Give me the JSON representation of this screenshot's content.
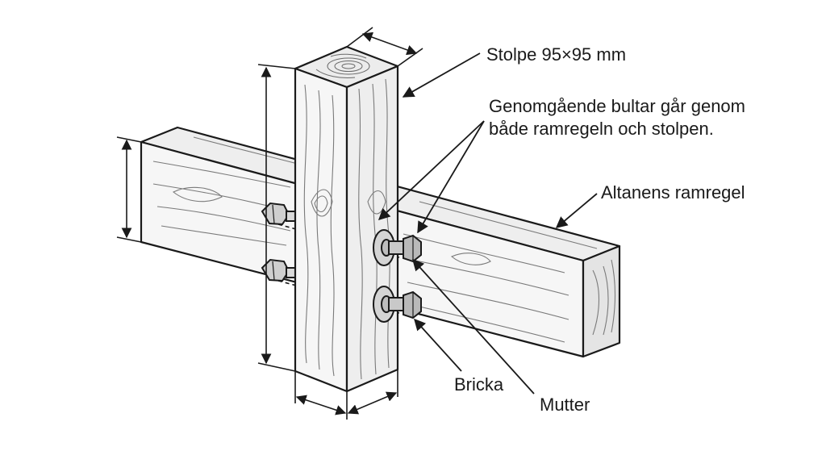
{
  "labels": {
    "post": "Stolpe 95×95 mm",
    "bolts_line1": "Genomgående bultar går genom",
    "bolts_line2": "både ramregeln och stolpen.",
    "beam": "Altanens ramregel",
    "washer": "Bricka",
    "nut": "Mutter"
  },
  "colors": {
    "ink": "#1a1a1a",
    "wood_face": "#f4f4f4",
    "wood_side": "#e6e6e6",
    "end_grain": "#ececec",
    "steel": "#c9c9c9",
    "steel_dark": "#9a9a9a"
  }
}
